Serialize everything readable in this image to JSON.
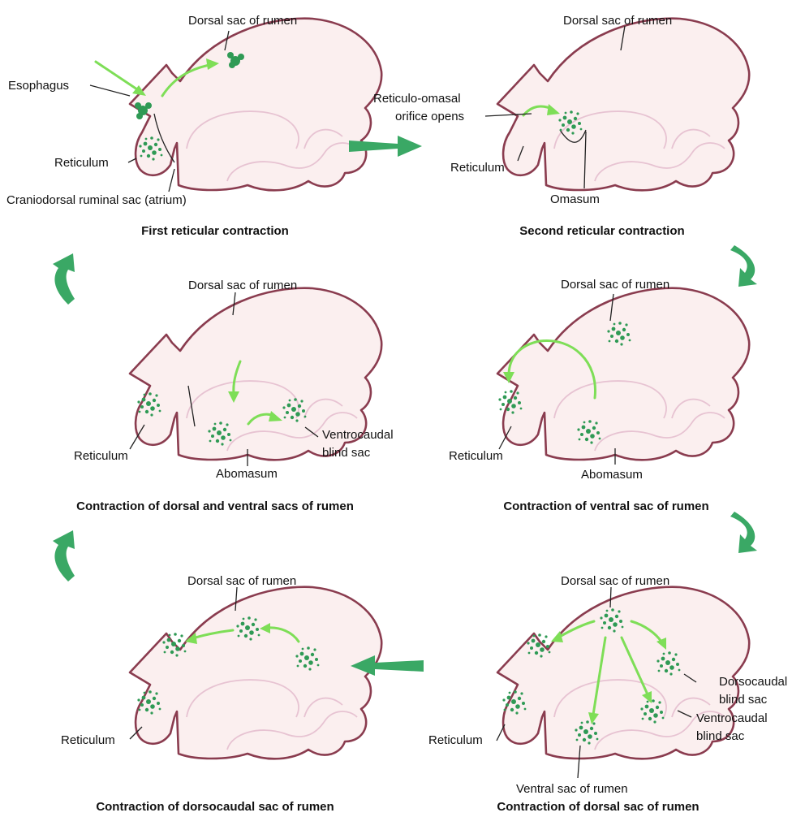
{
  "colors": {
    "outline": "#8a3c4f",
    "fill": "#fbefef",
    "inner": "#e7c3d2",
    "ingesta": "#2f9a55",
    "flow_arrow": "#7ede57",
    "sequence_arrow": "#3aa865"
  },
  "panels": [
    {
      "caption": "First reticular contraction",
      "labels": {
        "dorsal": "Dorsal sac of rumen",
        "esophagus": "Esophagus",
        "reticulum": "Reticulum",
        "atrium": "Craniodorsal ruminal sac (atrium)"
      }
    },
    {
      "caption": "Second reticular contraction",
      "labels": {
        "dorsal": "Dorsal sac of rumen",
        "orifice_1": "Reticulo-omasal",
        "orifice_2": "orifice opens",
        "reticulum": "Reticulum",
        "omasum": "Omasum"
      }
    },
    {
      "caption": "Contraction of dorsal and ventral sacs of rumen",
      "labels": {
        "dorsal": "Dorsal sac of rumen",
        "reticulum": "Reticulum",
        "abomasum": "Abomasum",
        "ventrocaudal_1": "Ventrocaudal",
        "ventrocaudal_2": "blind sac"
      }
    },
    {
      "caption": "Contraction of ventral sac of rumen",
      "labels": {
        "dorsal": "Dorsal sac of rumen",
        "reticulum": "Reticulum",
        "abomasum": "Abomasum"
      }
    },
    {
      "caption": "Contraction of dorsocaudal sac of rumen",
      "labels": {
        "dorsal": "Dorsal sac of rumen",
        "reticulum": "Reticulum"
      }
    },
    {
      "caption": "Contraction of dorsal sac of rumen",
      "labels": {
        "dorsal": "Dorsal sac of rumen",
        "reticulum": "Reticulum",
        "dorsocaudal_1": "Dorsocaudal",
        "dorsocaudal_2": "blind sac",
        "ventrocaudal_1": "Ventrocaudal",
        "ventrocaudal_2": "blind sac",
        "ventral": "Ventral sac of rumen"
      }
    }
  ]
}
